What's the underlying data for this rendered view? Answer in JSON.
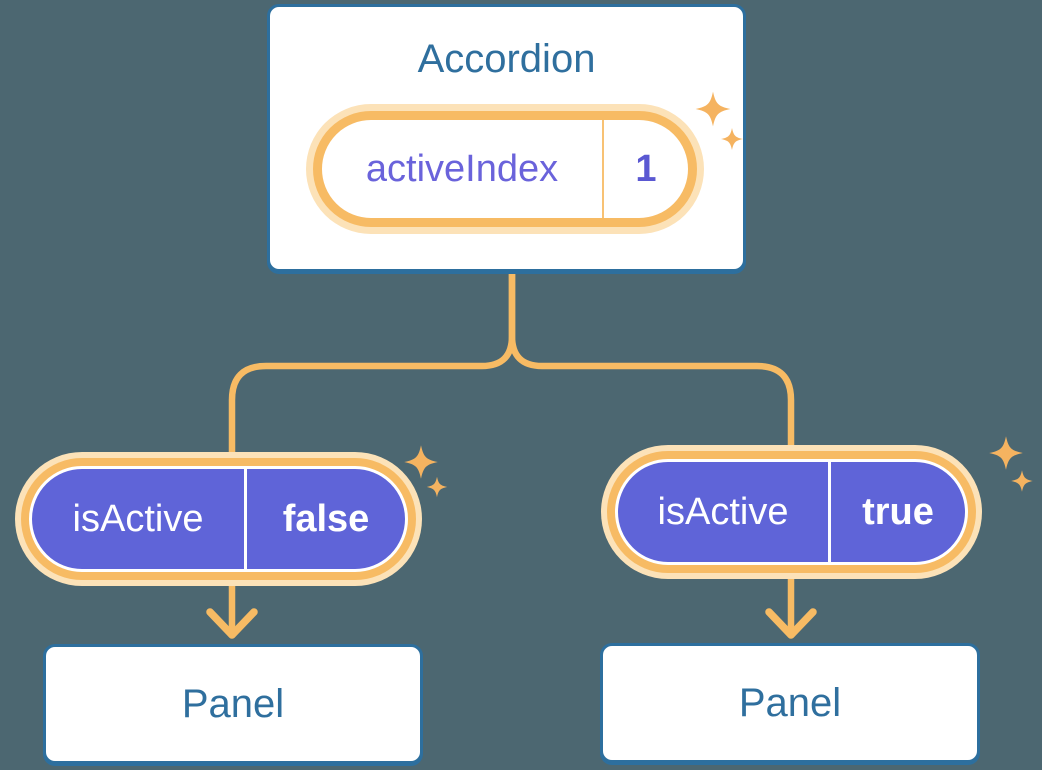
{
  "diagram": {
    "description": "React component tree showing lifted state: Accordion parent holding activeIndex, passing isActive props to two Panel children",
    "accordion": {
      "title": "Accordion",
      "state_pill": {
        "label": "activeIndex",
        "value": "1"
      }
    },
    "children": [
      {
        "prop_pill": {
          "label": "isActive",
          "value": "false"
        },
        "panel_label": "Panel"
      },
      {
        "prop_pill": {
          "label": "isActive",
          "value": "true"
        },
        "panel_label": "Panel"
      }
    ],
    "icons": {
      "sparkle": "four-pointed star, one large with one small offset below-right"
    },
    "colors": {
      "background": "#4C6771",
      "card_background": "#FFFFFF",
      "card_border": "#2D6F9E",
      "heading_text": "#2F6F9E",
      "pill_purple": "#5F64D8",
      "pill_purple_text": "#FFFFFF",
      "state_pill_text": "#6A63DB",
      "state_pill_value_text": "#5A58D2",
      "connector_orange": "#F7BB64",
      "pill_glow": "#FCE2B8",
      "sparkle_orange": "#F5B360"
    }
  }
}
